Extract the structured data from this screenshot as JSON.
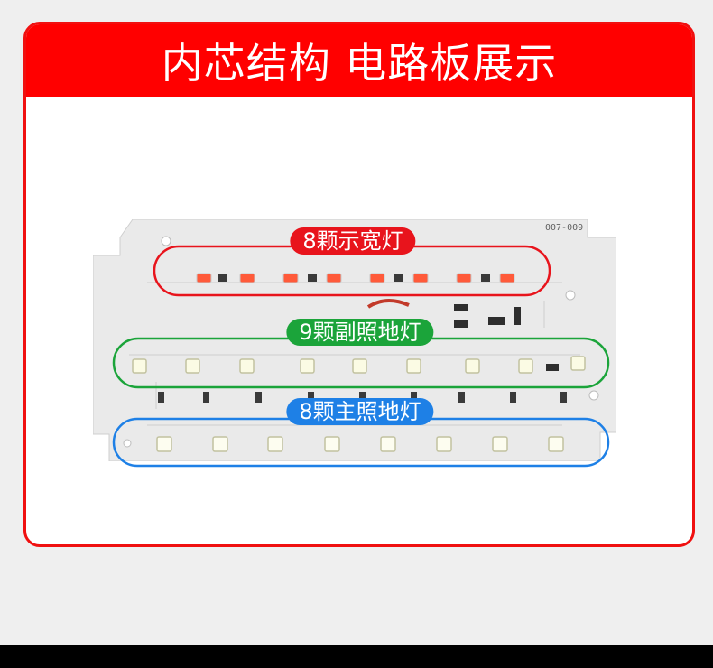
{
  "header": {
    "title": "内芯结构 电路板展示"
  },
  "board": {
    "part_number": "007-009",
    "groups": [
      {
        "label": "8颗示宽灯",
        "color": "#e8141c"
      },
      {
        "label": "9颗副照地灯",
        "color": "#1ba43a"
      },
      {
        "label": "8颗主照地灯",
        "color": "#1e80e6"
      }
    ]
  },
  "colors": {
    "banner": "#ff0000",
    "card_border": "#f01010",
    "background": "#efefef",
    "footer": "#000000",
    "pcb": "#eaeaea"
  }
}
